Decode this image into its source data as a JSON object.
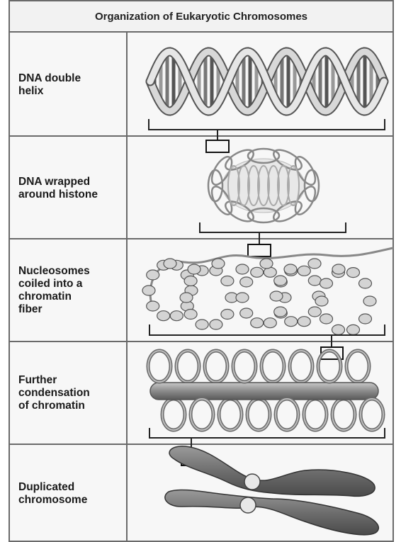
{
  "title": "Organization of Eukaryotic Chromosomes",
  "stages": [
    {
      "label": "DNA double\nhelix"
    },
    {
      "label": "DNA wrapped\naround histone"
    },
    {
      "label": "Nucleosomes\ncoiled into a\nchromatin\nfiber"
    },
    {
      "label": "Further\ncondensation\nof chromatin"
    },
    {
      "label": "Duplicated\nchromosome"
    }
  ]
}
